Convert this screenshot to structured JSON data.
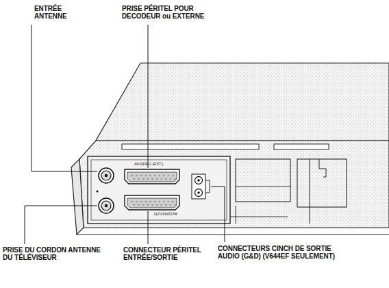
{
  "diagram": {
    "labels": [
      "ENTRÉE ANTENNE",
      "PRISE PÉRITEL POUR DECODEUR ou EXTERNE",
      "PRISE DU CORDON ANTENNE DU TÉLÉVISEUR",
      "CONNECTEUR PÉRITEL ENTRÉE/SORTIE",
      "CONNECTEURS CINCH DE SORTIE AUDIO (G&D) (V644EF SEULEMENT)",
      "AV2(DEC./EXT.)",
      "AV1(IN/OUT)"
    ]
  }
}
